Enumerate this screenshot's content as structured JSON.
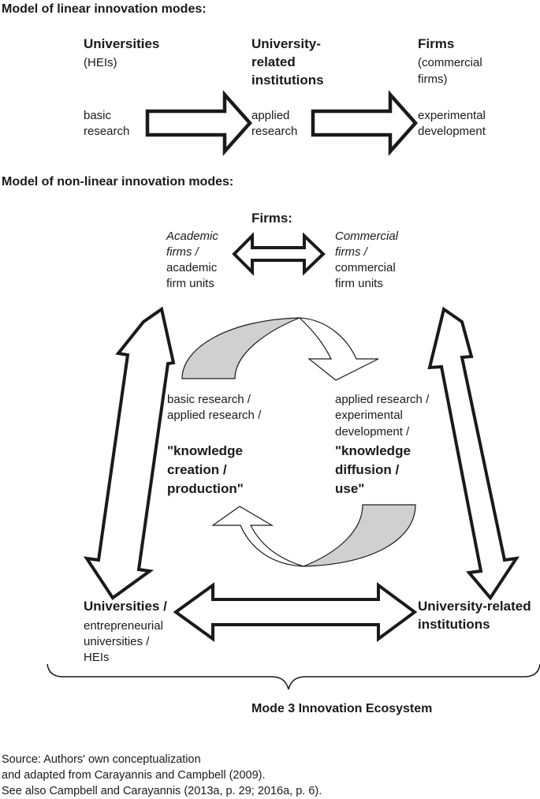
{
  "linear": {
    "heading": "Model of linear innovation modes:",
    "col1_title": "Universities",
    "col1_sub": "(HEIs)",
    "col1_act1": "basic",
    "col1_act2": "research",
    "col2_title1": "University-",
    "col2_title2": "related",
    "col2_title3": "institutions",
    "col2_act1": "applied",
    "col2_act2": "research",
    "col3_title": "Firms",
    "col3_sub1": "(commercial",
    "col3_sub2": "firms)",
    "col3_act1": "experimental",
    "col3_act2": "development"
  },
  "nonlinear": {
    "heading": "Model of non-linear innovation modes:",
    "firms_title": "Firms:",
    "left_firms1": "Academic",
    "left_firms2": "firms /",
    "left_firms3": "academic",
    "left_firms4": "firm units",
    "right_firms1": "Commercial",
    "right_firms2": "firms /",
    "right_firms3": "commercial",
    "right_firms4": "firm units",
    "left_cycle1": "basic research /",
    "left_cycle2": "applied research /",
    "left_quote1": "\"knowledge",
    "left_quote2": "creation /",
    "left_quote3": "production\"",
    "right_cycle1": "applied research /",
    "right_cycle2": "experimental",
    "right_cycle3": "development /",
    "right_quote1": "\"knowledge",
    "right_quote2": "diffusion /",
    "right_quote3": "use\"",
    "univ_title": "Universities /",
    "univ_sub1": "entrepreneurial",
    "univ_sub2": "universities /",
    "univ_sub3": "HEIs",
    "uri_title1": "University-related",
    "uri_title2": "institutions",
    "ecosystem": "Mode 3 Innovation Ecosystem"
  },
  "source": {
    "line1": "Source: Authors' own conceptualization",
    "line2": "and adapted from Carayannis and Campbell (2009).",
    "line3": "See also Campbell and Carayannis (2013a, p. 29; 2016a, p. 6)."
  },
  "colors": {
    "stroke": "#1a1a1a",
    "grey_fill": "#d0d0d0",
    "white": "#ffffff"
  }
}
